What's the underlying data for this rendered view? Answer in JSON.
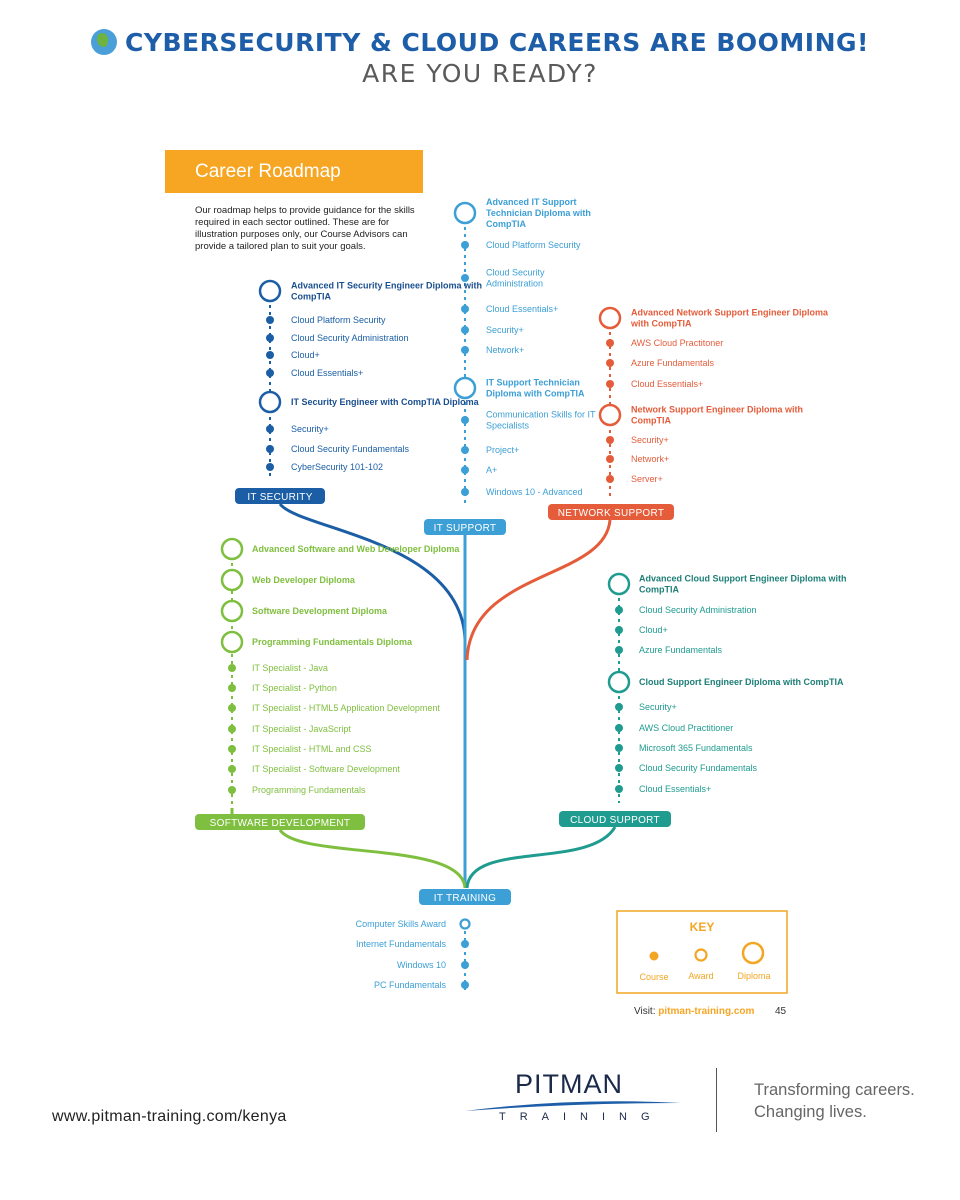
{
  "header": {
    "title": "CYBERSECURITY & CLOUD CAREERS ARE BOOMING!",
    "subtitle": "ARE YOU READY?",
    "icon": "globe-icon"
  },
  "roadmap": {
    "title": "Career Roadmap",
    "intro": "Our roadmap helps to provide guidance for the skills required in each sector outlined. These are for illustration purposes only, our Course Advisors can provide a tailored plan to suit your goals."
  },
  "colors": {
    "it_security": "#1b5ea6",
    "it_support": "#3c9fd6",
    "network_support": "#e45c3a",
    "software_development": "#7fbf3f",
    "cloud_support": "#1f9c8f",
    "it_training": "#3c9fd6",
    "key": "#f2a623"
  },
  "tracks": {
    "it_security": {
      "label": "IT SECURITY",
      "items": [
        {
          "text": "Advanced IT Security Engineer Diploma with CompTIA",
          "kind": "diploma"
        },
        {
          "text": "Cloud Platform Security",
          "kind": "course"
        },
        {
          "text": "Cloud Security Administration",
          "kind": "course"
        },
        {
          "text": "Cloud+",
          "kind": "course"
        },
        {
          "text": "Cloud Essentials+",
          "kind": "course"
        },
        {
          "text": "IT Security Engineer with CompTIA Diploma",
          "kind": "diploma"
        },
        {
          "text": "Security+",
          "kind": "course"
        },
        {
          "text": "Cloud Security Fundamentals",
          "kind": "course"
        },
        {
          "text": "CyberSecurity 101-102",
          "kind": "course"
        }
      ]
    },
    "it_support": {
      "label": "IT SUPPORT",
      "items": [
        {
          "text": "Advanced IT Support Technician Diploma with CompTIA",
          "kind": "diploma"
        },
        {
          "text": "Cloud Platform Security",
          "kind": "course"
        },
        {
          "text": "Cloud Security Administration",
          "kind": "course"
        },
        {
          "text": "Cloud Essentials+",
          "kind": "course"
        },
        {
          "text": "Security+",
          "kind": "course"
        },
        {
          "text": "Network+",
          "kind": "course"
        },
        {
          "text": "IT Support Technician Diploma with CompTIA",
          "kind": "diploma"
        },
        {
          "text": "Communication Skills for IT Specialists",
          "kind": "course"
        },
        {
          "text": "Project+",
          "kind": "course"
        },
        {
          "text": "A+",
          "kind": "course"
        },
        {
          "text": "Windows 10 - Advanced",
          "kind": "course"
        }
      ]
    },
    "network_support": {
      "label": "NETWORK SUPPORT",
      "items": [
        {
          "text": "Advanced Network Support Engineer Diploma with CompTIA",
          "kind": "diploma"
        },
        {
          "text": "AWS Cloud Practitoner",
          "kind": "course"
        },
        {
          "text": "Azure Fundamentals",
          "kind": "course"
        },
        {
          "text": "Cloud Essentials+",
          "kind": "course"
        },
        {
          "text": "Network Support Engineer Diploma with CompTIA",
          "kind": "diploma"
        },
        {
          "text": "Security+",
          "kind": "course"
        },
        {
          "text": "Network+",
          "kind": "course"
        },
        {
          "text": "Server+",
          "kind": "course"
        }
      ]
    },
    "software_development": {
      "label": "SOFTWARE DEVELOPMENT",
      "items": [
        {
          "text": "Advanced Software and Web Developer Diploma",
          "kind": "diploma"
        },
        {
          "text": "Web Developer Diploma",
          "kind": "diploma"
        },
        {
          "text": "Software Development Diploma",
          "kind": "diploma"
        },
        {
          "text": "Programming Fundamentals Diploma",
          "kind": "diploma"
        },
        {
          "text": "IT Specialist - Java",
          "kind": "course"
        },
        {
          "text": "IT Specialist - Python",
          "kind": "course"
        },
        {
          "text": "IT Specialist - HTML5 Application Development",
          "kind": "course"
        },
        {
          "text": "IT Specialist - JavaScript",
          "kind": "course"
        },
        {
          "text": "IT Specialist - HTML and CSS",
          "kind": "course"
        },
        {
          "text": "IT Specialist - Software Development",
          "kind": "course"
        },
        {
          "text": "Programming Fundamentals",
          "kind": "course"
        }
      ]
    },
    "cloud_support": {
      "label": "CLOUD SUPPORT",
      "items": [
        {
          "text": "Advanced Cloud Support Engineer Diploma with CompTIA",
          "kind": "diploma"
        },
        {
          "text": "Cloud Security Administration",
          "kind": "course"
        },
        {
          "text": "Cloud+",
          "kind": "course"
        },
        {
          "text": "Azure Fundamentals",
          "kind": "course"
        },
        {
          "text": "Cloud Support Engineer Diploma with CompTIA",
          "kind": "diploma"
        },
        {
          "text": "Security+",
          "kind": "course"
        },
        {
          "text": "AWS Cloud Practitioner",
          "kind": "course"
        },
        {
          "text": "Microsoft 365 Fundamentals",
          "kind": "course"
        },
        {
          "text": "Cloud Security Fundamentals",
          "kind": "course"
        },
        {
          "text": "Cloud Essentials+",
          "kind": "course"
        }
      ]
    },
    "it_training": {
      "label": "IT TRAINING",
      "items": [
        {
          "text": "Computer Skills Award",
          "kind": "award"
        },
        {
          "text": "Internet Fundamentals",
          "kind": "course"
        },
        {
          "text": "Windows 10",
          "kind": "course"
        },
        {
          "text": "PC Fundamentals",
          "kind": "course"
        }
      ]
    }
  },
  "key": {
    "title": "KEY",
    "course": "Course",
    "award": "Award",
    "diploma": "Diploma"
  },
  "footer": {
    "visit_label": "Visit:",
    "visit_url": "pitman-training.com",
    "page_number": "45",
    "website": "www.pitman-training.com/kenya",
    "brand": "PITMAN",
    "brand_sub": "TRAINING",
    "tagline_1": "Transforming careers.",
    "tagline_2": "Changing lives."
  }
}
